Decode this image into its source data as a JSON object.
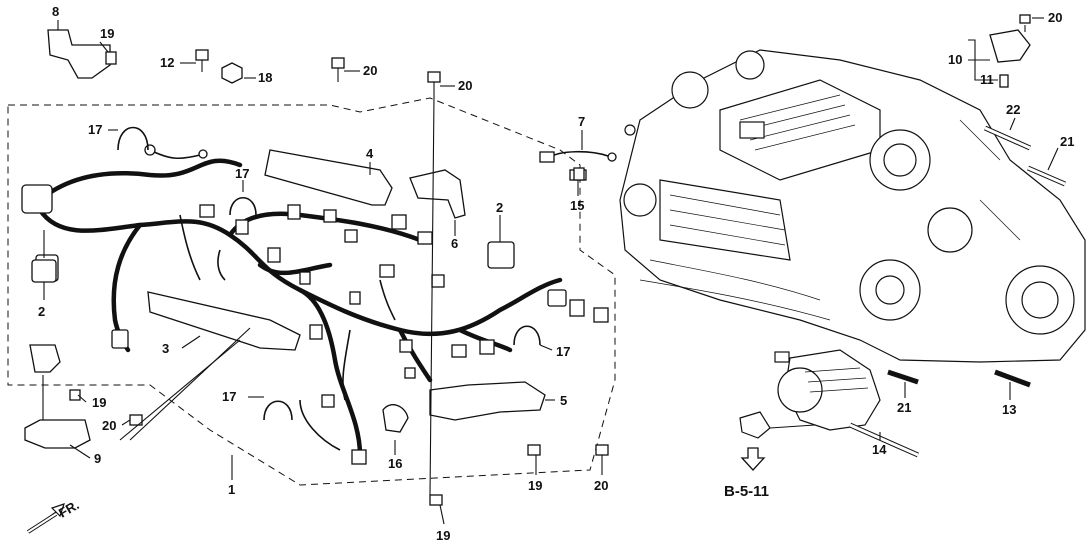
{
  "callouts": [
    {
      "id": "c8a",
      "text": "8"
    },
    {
      "id": "c19a",
      "text": "19"
    },
    {
      "id": "c12",
      "text": "12"
    },
    {
      "id": "c18",
      "text": "18"
    },
    {
      "id": "c20a",
      "text": "20"
    },
    {
      "id": "c20b",
      "text": "20"
    },
    {
      "id": "c17a",
      "text": "17"
    },
    {
      "id": "c17b",
      "text": "17"
    },
    {
      "id": "c4",
      "text": "4"
    },
    {
      "id": "c7",
      "text": "7"
    },
    {
      "id": "c15",
      "text": "15"
    },
    {
      "id": "c6",
      "text": "6"
    },
    {
      "id": "c2a",
      "text": "2"
    },
    {
      "id": "c2b",
      "text": "2"
    },
    {
      "id": "c3",
      "text": "3"
    },
    {
      "id": "c17c",
      "text": "17"
    },
    {
      "id": "c17d",
      "text": "17"
    },
    {
      "id": "c19b",
      "text": "19"
    },
    {
      "id": "c20c",
      "text": "20"
    },
    {
      "id": "c9",
      "text": "9"
    },
    {
      "id": "c1",
      "text": "1"
    },
    {
      "id": "c5",
      "text": "5"
    },
    {
      "id": "c16",
      "text": "16"
    },
    {
      "id": "c19c",
      "text": "19"
    },
    {
      "id": "c20d",
      "text": "20"
    },
    {
      "id": "c19d",
      "text": "19"
    },
    {
      "id": "c20e",
      "text": "20"
    },
    {
      "id": "c10",
      "text": "10"
    },
    {
      "id": "c11",
      "text": "11"
    },
    {
      "id": "c22",
      "text": "22"
    },
    {
      "id": "c21a",
      "text": "21"
    },
    {
      "id": "c21b",
      "text": "21"
    },
    {
      "id": "c13",
      "text": "13"
    },
    {
      "id": "c14",
      "text": "14"
    }
  ],
  "reference": "B-5-11",
  "direction": "FR."
}
